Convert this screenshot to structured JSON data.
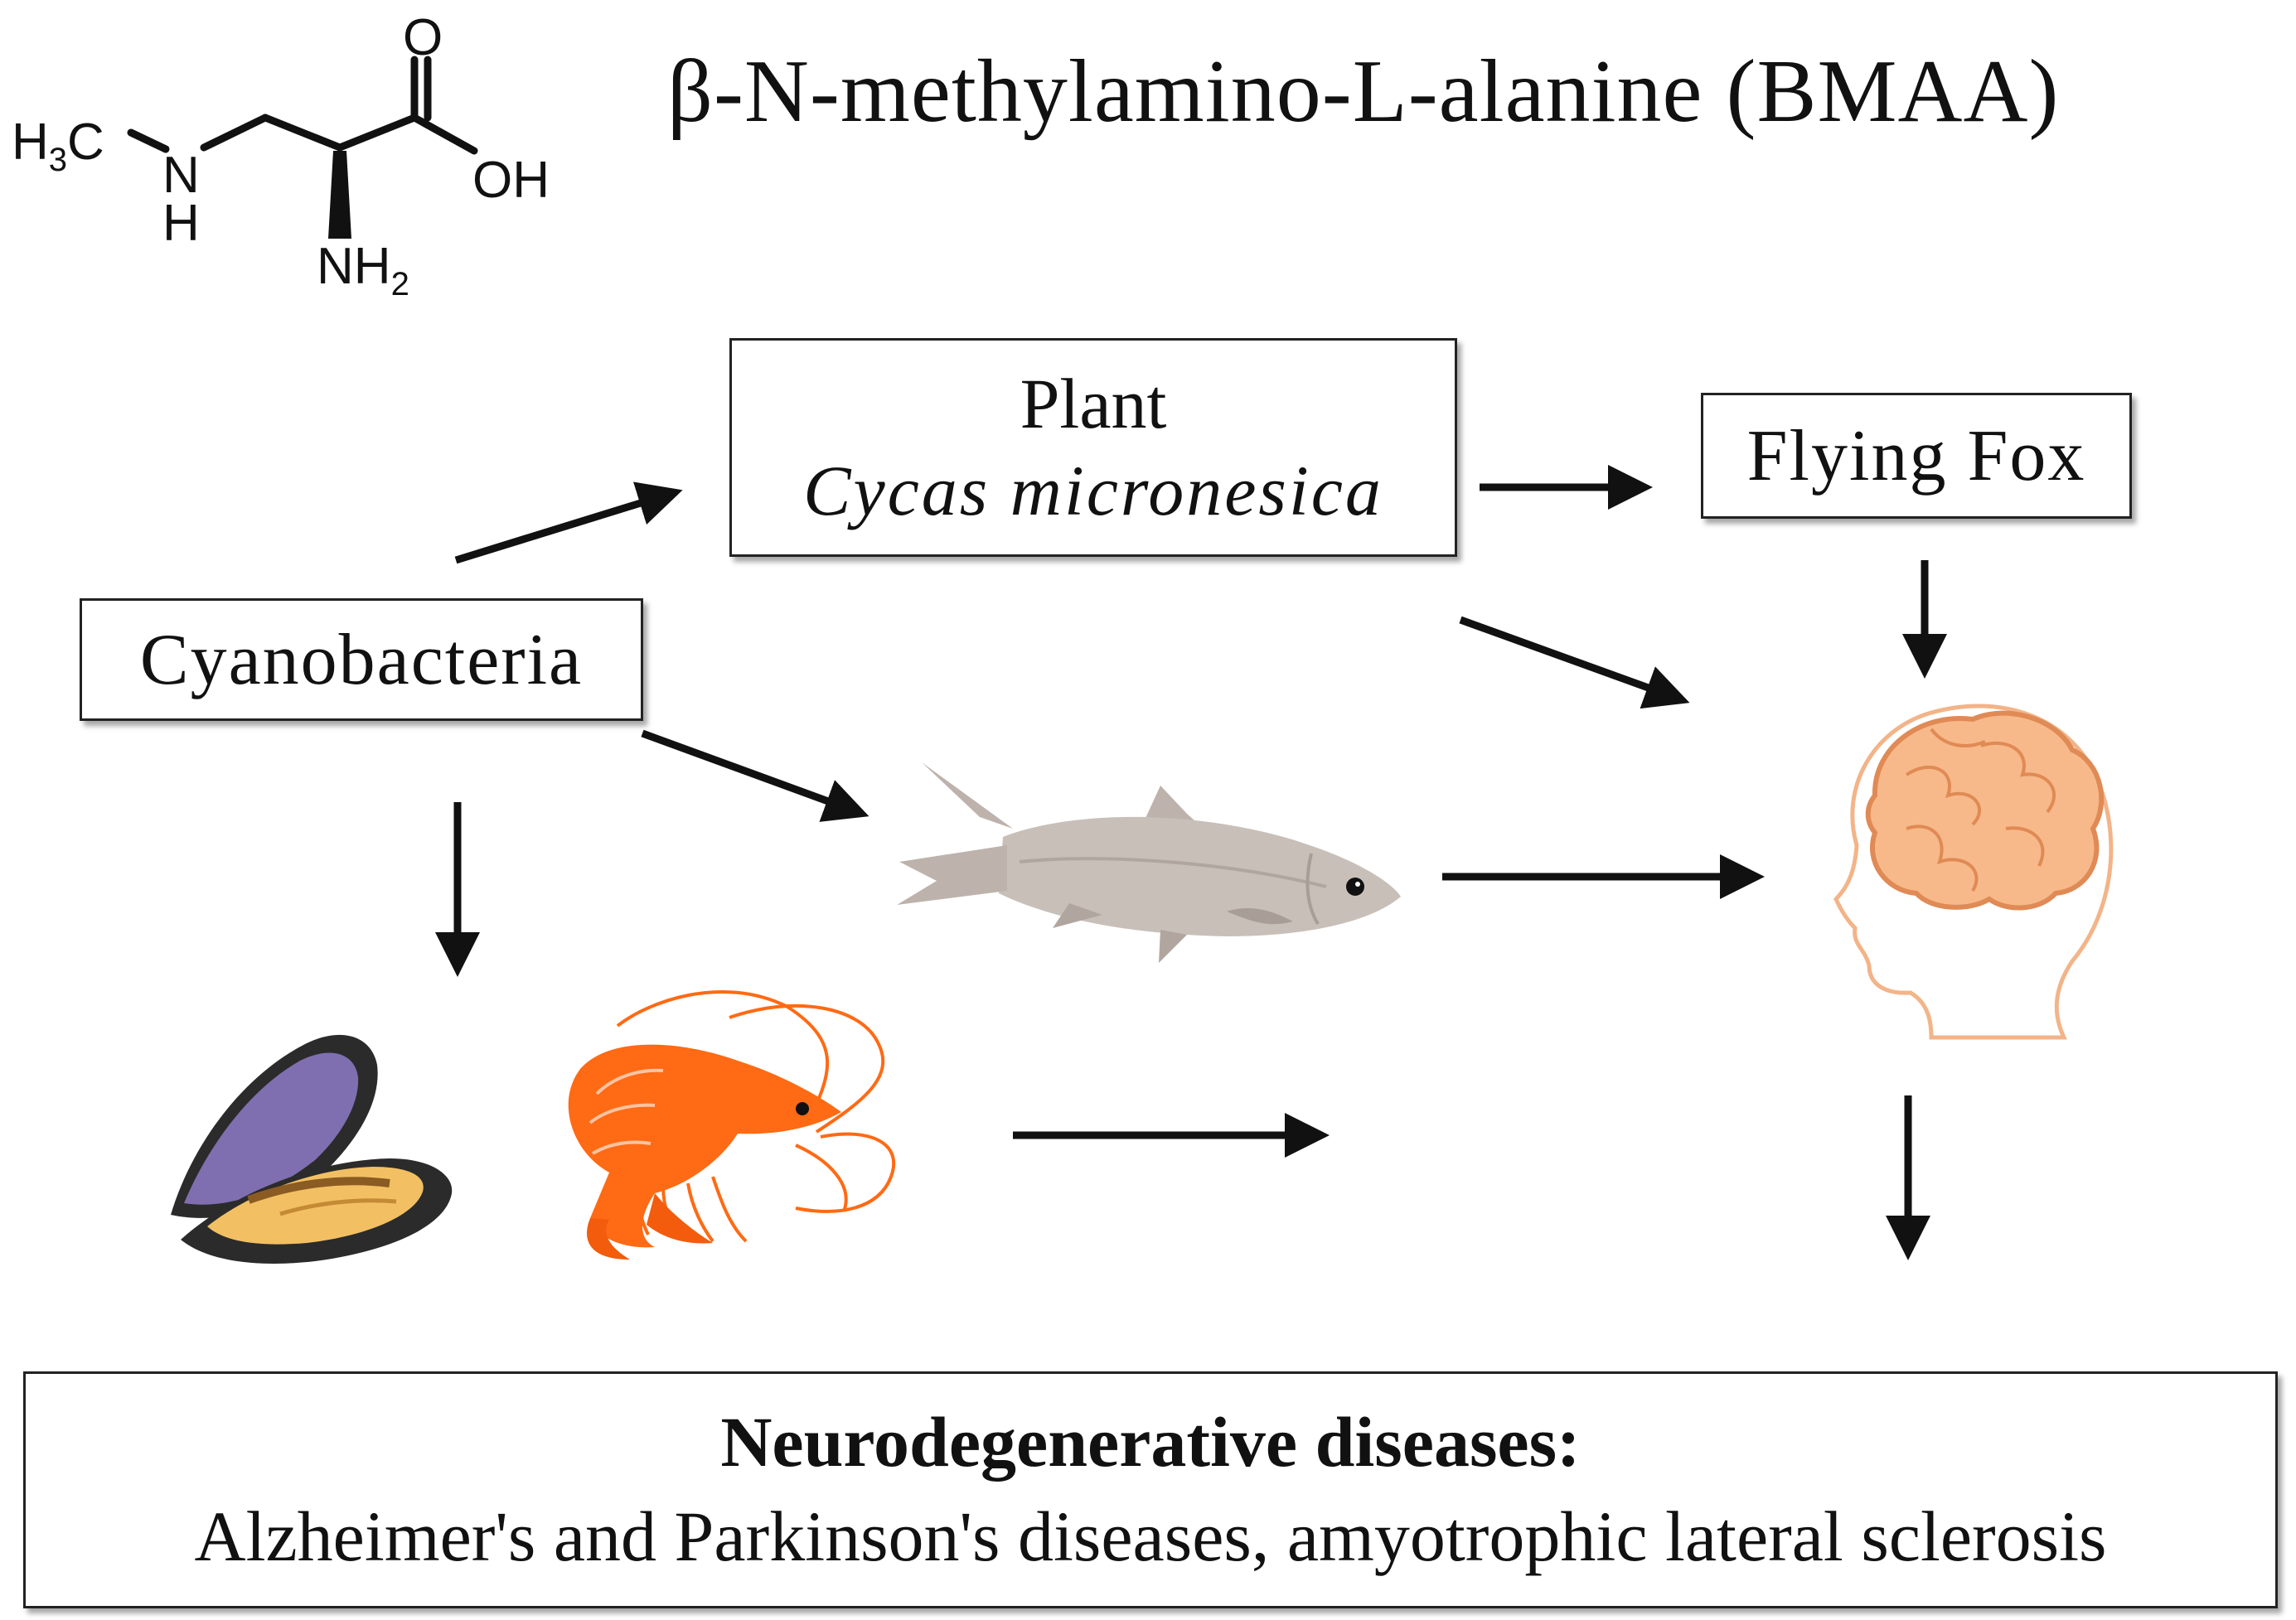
{
  "title": "β-N-methylamino-L-alanine (BMAA)",
  "molecule": {
    "name": "BMAA structural formula",
    "labels": {
      "h3c_main": "H",
      "h3c_sub": "3",
      "h3c_tail": "C",
      "n": "N",
      "h": "H",
      "o": "O",
      "oh": "OH",
      "nh2_main": "NH",
      "nh2_sub": "2"
    }
  },
  "nodes": {
    "cyanobacteria": "Cyanobacteria",
    "plant_label": "Plant",
    "plant_species": "Cycas micronesica",
    "flying_fox": "Flying Fox",
    "diseases_heading": "Neurodegenerative diseases:",
    "diseases_list": "Alzheimer's and Parkinson's diseases, amyotrophic lateral sclerosis"
  },
  "icons": [
    "mussel-icon",
    "shrimp-icon",
    "fish-icon",
    "human-brain-icon"
  ],
  "colors": {
    "brain": "#f7b98a",
    "brain_outline": "#e08a55",
    "head_outline": "#f2b488",
    "fish": "#c3bab4",
    "shrimp": "#ff6a14",
    "mussel_shell": "#2b2b2b",
    "mussel_inner": "#7f6fb0",
    "mussel_flesh": "#f2c063"
  }
}
